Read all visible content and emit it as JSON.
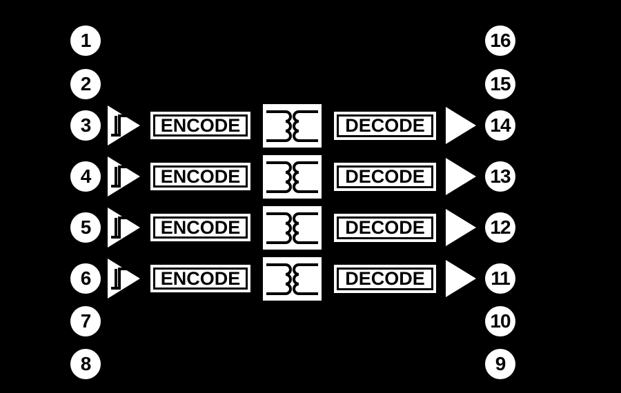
{
  "diagram": {
    "type": "ic-functional-block-diagram",
    "description": "16-pin digital isolator block diagram with four isolation channels",
    "colors": {
      "background": "#000000",
      "element_fill": "#ffffff",
      "ink": "#000000"
    },
    "pins": {
      "left": [
        "1",
        "2",
        "3",
        "4",
        "5",
        "6",
        "7",
        "8"
      ],
      "right": [
        "16",
        "15",
        "14",
        "13",
        "12",
        "11",
        "10",
        "9"
      ]
    },
    "channels": [
      {
        "encode": "ENCODE",
        "decode": "DECODE"
      },
      {
        "encode": "ENCODE",
        "decode": "DECODE"
      },
      {
        "encode": "ENCODE",
        "decode": "DECODE"
      },
      {
        "encode": "ENCODE",
        "decode": "DECODE"
      }
    ],
    "icons": {
      "input_buffer": "schmitt-trigger-buffer-icon",
      "hysteresis": "hysteresis-icon",
      "isolation": "transformer-icon",
      "output_buffer": "buffer-icon"
    }
  }
}
